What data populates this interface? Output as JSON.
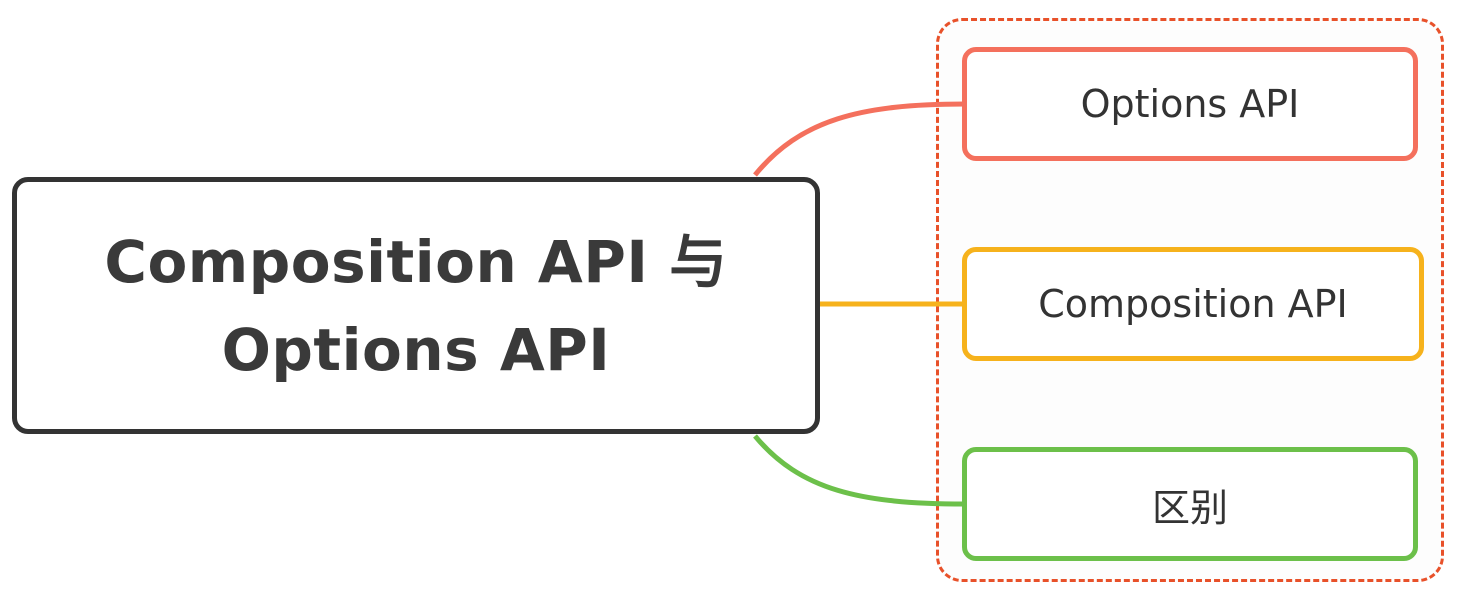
{
  "root": {
    "line1": "Composition API 与",
    "line2": "Options API"
  },
  "branches": [
    {
      "label": "Options API",
      "color": "#f4705d"
    },
    {
      "label": "Composition API",
      "color": "#f6b21c"
    },
    {
      "label": "区别",
      "color": "#6cc04a"
    }
  ],
  "colors": {
    "group_border": "#e8512a",
    "root_border": "#333333"
  }
}
